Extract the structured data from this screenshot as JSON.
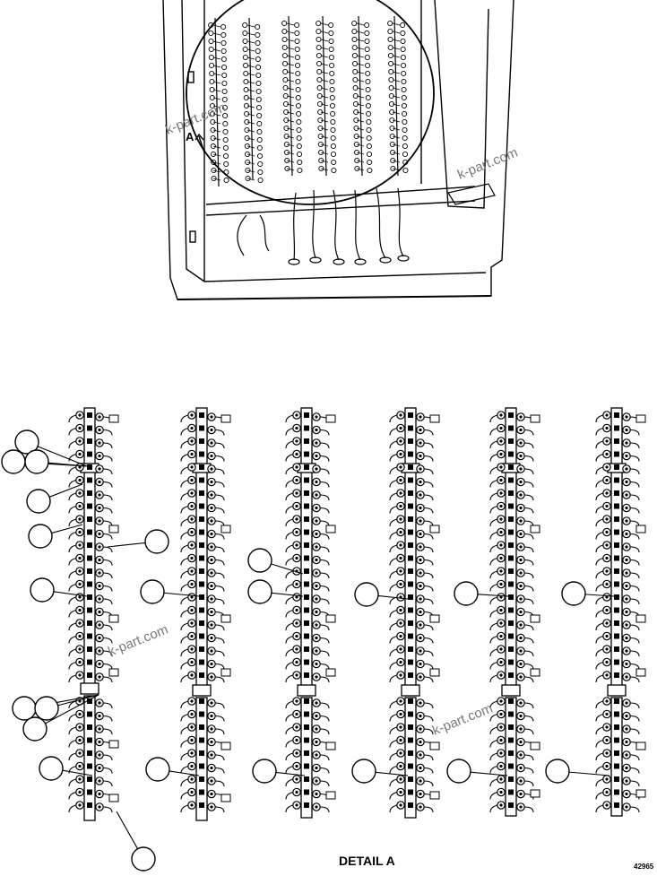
{
  "detail_label": "DETAIL A",
  "view_label": "A",
  "figure_number": "42965",
  "watermark": "k-part.com",
  "colors": {
    "ink": "#000000",
    "paper": "#ffffff",
    "watermark": "#777777"
  },
  "terminal_strips": {
    "count": 6
  },
  "callouts": {
    "count": 23
  }
}
